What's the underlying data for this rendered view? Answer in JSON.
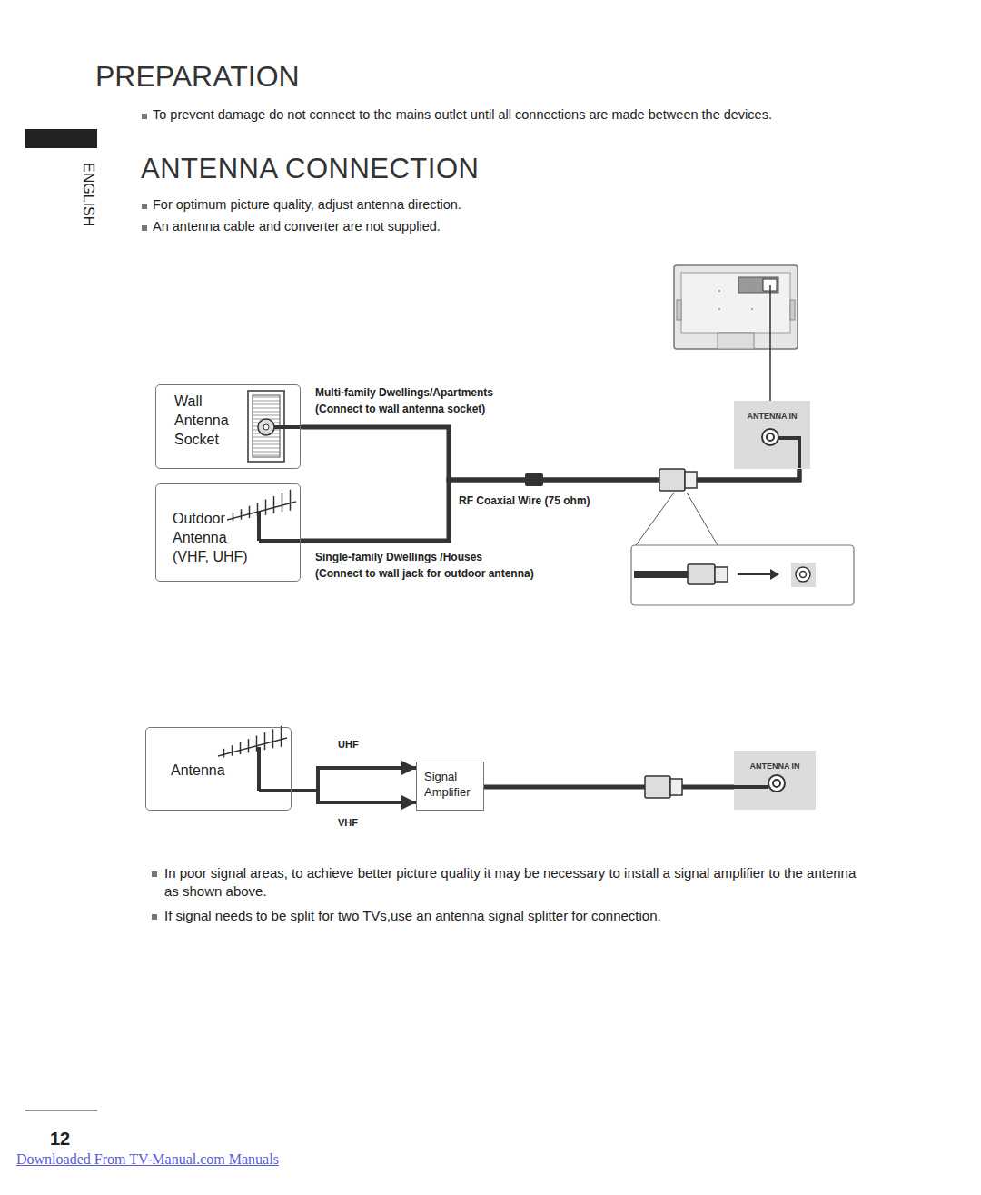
{
  "diagram": {
    "title": "ANTENNA CONNECTION",
    "nodes": [
      {
        "text": [
          "Wall Antenna Socket"
        ]
      },
      {
        "text": [
          "Outdoor Antenna (VHF, UHF)"
        ]
      },
      {
        "text": [
          "ANTENNA IN"
        ]
      },
      {
        "text": [
          "Antenna"
        ]
      },
      {
        "text": [
          "Signal Amplifier"
        ]
      },
      {
        "text": [
          "ANTENNA IN"
        ]
      }
    ],
    "edges": [
      {
        "from": 0,
        "to": 2,
        "arrow": "none"
      },
      {
        "from": 1,
        "to": 2,
        "arrow": "none"
      },
      {
        "from": 3,
        "to": 4,
        "label": "UHF",
        "arrow": "to"
      },
      {
        "from": 3,
        "to": 4,
        "label": "VHF",
        "arrow": "to"
      },
      {
        "from": 4,
        "to": 5,
        "arrow": "none"
      }
    ],
    "labels": [
      "PREPARATION",
      "To prevent damage do not connect to the mains outlet until all connections are made between the devices.",
      "ENGLISH",
      "For optimum picture quality, adjust antenna direction.",
      "An antenna cable and converter are not supplied.",
      "Multi-family Dwellings/Apartments",
      "(Connect to wall antenna socket)",
      "RF Coaxial Wire (75 ohm)",
      "Single-family Dwellings /Houses",
      "(Connect to wall jack for outdoor antenna)",
      "In poor signal areas, to achieve better picture quality it may be necessary to install a signal amplifier to the antenna as shown above.",
      "If signal needs to be split for two TVs,use an antenna signal splitter for connection.",
      "12",
      "Downloaded From TV-Manual.com Manuals"
    ]
  }
}
